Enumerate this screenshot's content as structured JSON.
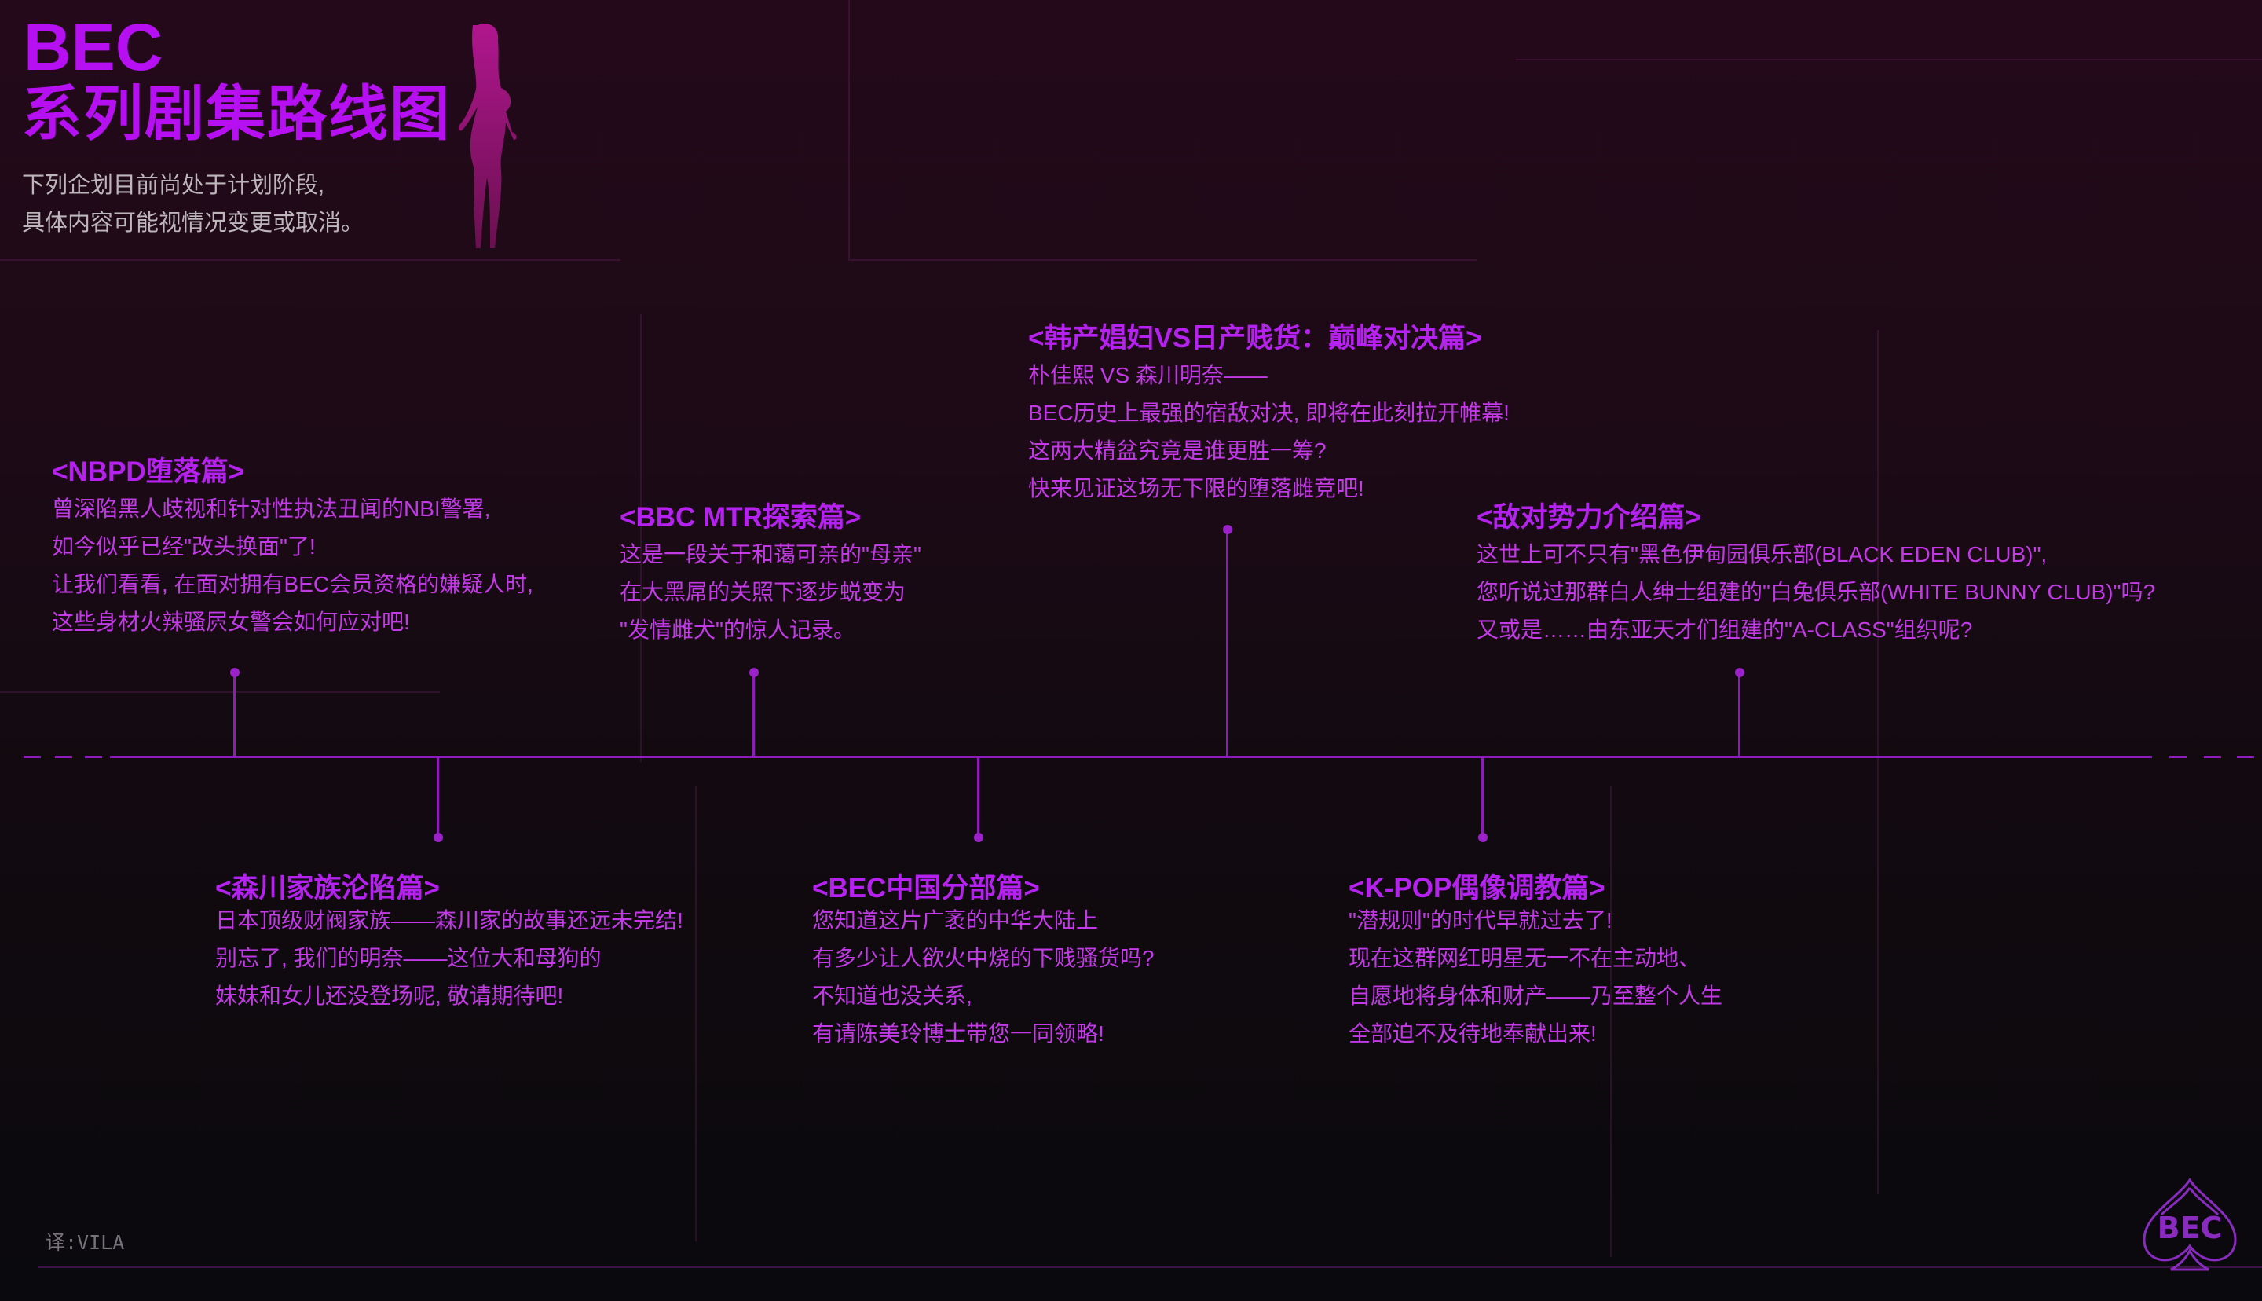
{
  "header": {
    "brand": "BEC",
    "title": "系列剧集路线图",
    "subtitle_lines": [
      "下列企划目前尚处于计划阶段,",
      "具体内容可能视情况变更或取消。"
    ]
  },
  "episodes_above": [
    {
      "title": "<NBPD堕落篇>",
      "lines": [
        "曾深陷黑人歧视和针对性执法丑闻的NBI警署,",
        "如今似乎已经\"改头换面\"了!",
        "让我们看看, 在面对拥有BEC会员资格的嫌疑人时,",
        "这些身材火辣骚屄女警会如何应对吧!"
      ]
    },
    {
      "title": "<BBC MTR探索篇>",
      "lines": [
        "这是一段关于和蔼可亲的\"母亲\"",
        "在大黑屌的关照下逐步蜕变为",
        "\"发情雌犬\"的惊人记录。"
      ]
    },
    {
      "title": "<韩产娼妇VS日产贱货：巅峰对决篇>",
      "lines": [
        "朴佳熙 VS 森川明奈——",
        "BEC历史上最强的宿敌对决, 即将在此刻拉开帷幕!",
        "这两大精盆究竟是谁更胜一筹?",
        "快来见证这场无下限的堕落雌竞吧!"
      ]
    },
    {
      "title": "<敌对势力介绍篇>",
      "lines": [
        "这世上可不只有\"黑色伊甸园俱乐部(BLACK EDEN CLUB)\",",
        "您听说过那群白人绅士组建的\"白兔俱乐部(WHITE BUNNY CLUB)\"吗?",
        "又或是……由东亚天才们组建的\"A-CLASS\"组织呢?"
      ]
    }
  ],
  "episodes_below": [
    {
      "title": "<森川家族沦陷篇>",
      "lines": [
        "日本顶级财阀家族——森川家的故事还远未完结!",
        "别忘了, 我们的明奈——这位大和母狗的",
        "妹妹和女儿还没登场呢, 敬请期待吧!"
      ]
    },
    {
      "title": "<BEC中国分部篇>",
      "lines": [
        "您知道这片广袤的中华大陆上",
        "有多少让人欲火中烧的下贱骚货吗?",
        "不知道也没关系,",
        "有请陈美玲博士带您一同领略!"
      ]
    },
    {
      "title": "<K-POP偶像调教篇>",
      "lines": [
        "\"潜规则\"的时代早就过去了!",
        "现在这群网红明星无一不在主动地、",
        "自愿地将身体和财产——乃至整个人生",
        "全部迫不及待地奉献出来!"
      ]
    }
  ],
  "footer": {
    "credit": "译:VILA",
    "logo_text": "BEC"
  },
  "colors": {
    "accent": "#b60ff2",
    "text": "#c23ae6",
    "line": "#8e1cb8"
  }
}
